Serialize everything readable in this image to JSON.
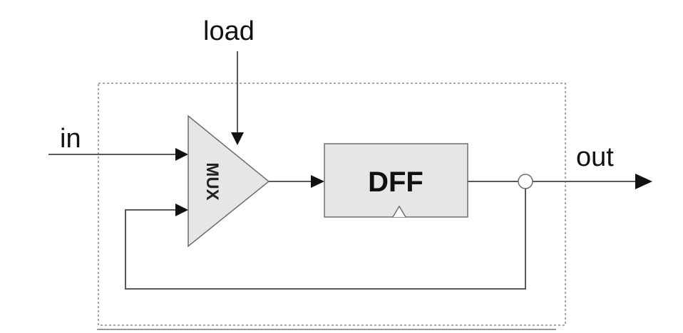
{
  "diagram": {
    "labels": {
      "load": "load",
      "in": "in",
      "out": "out",
      "mux": "MUX",
      "dff": "DFF"
    },
    "colors": {
      "wire": "#5a5a5a",
      "block_fill": "#e6e6e6",
      "block_stroke": "#6e6e6e",
      "arrowhead": "#111111",
      "boundary": "#8a8a8a"
    }
  }
}
